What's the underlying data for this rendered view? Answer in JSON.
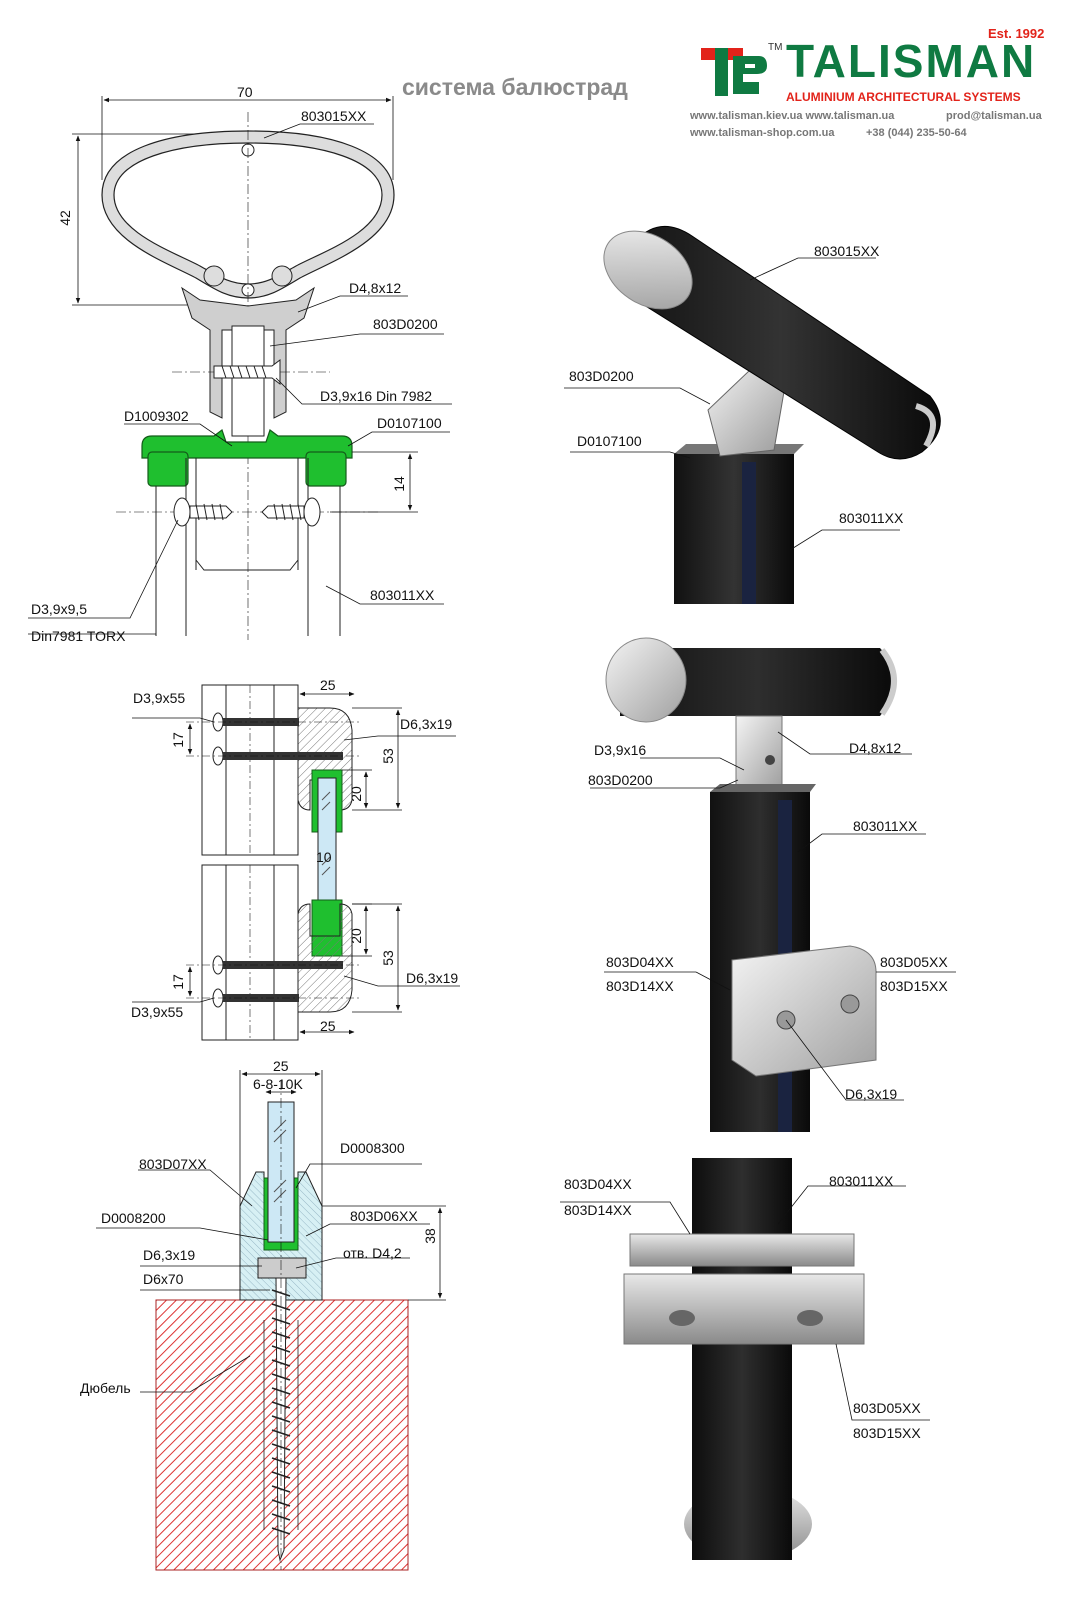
{
  "header": {
    "title": "система балюстрад",
    "brand": "TALISMAN",
    "established": "Est. 1992",
    "trademark": "TM",
    "subtitle": "ALUMINIUM ARCHITECTURAL SYSTEMS",
    "contacts": {
      "line1_sites": "www.talisman.kiev.ua  www.talisman.ua",
      "line1_email": "prod@talisman.ua",
      "line2_site": "www.talisman-shop.com.ua",
      "line2_phone": "+38 (044) 235-50-64"
    },
    "brand_colors": {
      "green": "#0f7a42",
      "red": "#e2231a"
    }
  },
  "drawing1": {
    "dim_width": "70",
    "dim_height": "42",
    "dim_14": "14",
    "label_handrail": "803015XX",
    "label_screw_d48": "D4,8x12",
    "label_adapter": "803D0200",
    "label_screw_d39": "D3,9x16 Din 7982",
    "label_d1009302": "D1009302",
    "label_cap": "D0107100",
    "label_post": "803011XX",
    "label_screw_side": "D3,9x9,5",
    "label_din": "Din7981 TORX"
  },
  "drawing2": {
    "dim_25_top": "25",
    "dim_17_top": "17",
    "dim_53_top": "53",
    "dim_20_top": "20",
    "dim_10": "10",
    "dim_20_bot": "20",
    "dim_53_bot": "53",
    "dim_17_bot": "17",
    "dim_25_bot": "25",
    "label_screw55_top": "D3,9x55",
    "label_screw63_top": "D6,3x19",
    "label_screw63_bot": "D6,3x19",
    "label_screw55_bot": "D3,9x55"
  },
  "drawing3": {
    "dim_25": "25",
    "dim_glass": "6-8-10K",
    "dim_38": "38",
    "label_d0008300": "D0008300",
    "label_803d07": "803D07XX",
    "label_d0008200": "D0008200",
    "label_803d06": "803D06XX",
    "label_hole": "отв. D4,2",
    "label_d63": "D6,3x19",
    "label_d670": "D6x70",
    "label_dowel": "Дюбель"
  },
  "photo1": {
    "label_handrail": "803015XX",
    "label_adapter": "803D0200",
    "label_cap": "D0107100",
    "label_post": "803011XX"
  },
  "photo2": {
    "label_d39": "D3,9x16",
    "label_d48": "D4,8x12",
    "label_adapter": "803D0200",
    "label_post": "803011XX",
    "label_803d04": "803D04XX",
    "label_803d14": "803D14XX",
    "label_803d05": "803D05XX",
    "label_803d15": "803D15XX",
    "label_d63": "D6,3x19"
  },
  "photo3": {
    "label_803d04": "803D04XX",
    "label_803d14": "803D14XX",
    "label_post": "803011XX",
    "label_803d05": "803D05XX",
    "label_803d15": "803D15XX"
  }
}
